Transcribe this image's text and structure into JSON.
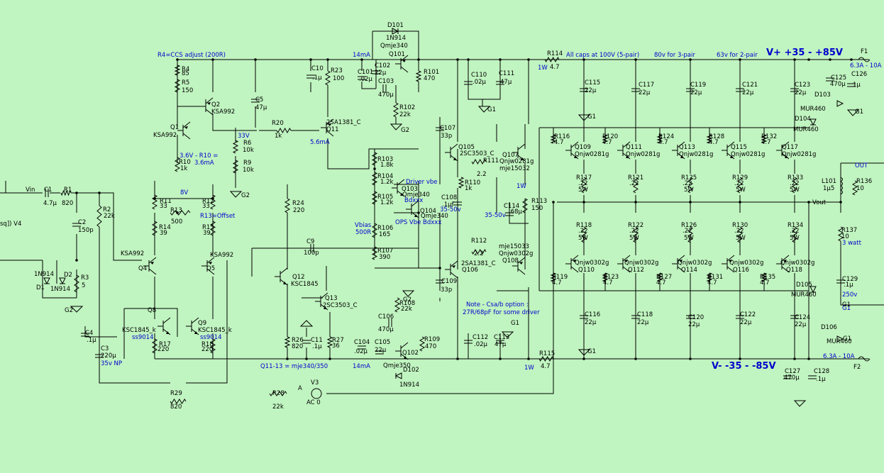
{
  "rails": {
    "vplus": "V+ +35  -  +85V",
    "vminus": "V- -35  -  -85V",
    "out": "OUT",
    "vout": "Vout",
    "vin": "Vin",
    "source": "V3",
    "source_val": "AC 0",
    "node_a": "A",
    "left_clip": "sq])\nV4"
  },
  "notes": [
    {
      "id": "n1",
      "text": "R4=CCS adjust (200R)"
    },
    {
      "id": "n2",
      "text": "14mA"
    },
    {
      "id": "n3",
      "text": "All caps at 100V (5-pair)"
    },
    {
      "id": "n4",
      "text": "80v for 3-pair"
    },
    {
      "id": "n5",
      "text": "63v for 2-pair"
    },
    {
      "id": "n6",
      "text": "33V"
    },
    {
      "id": "n7",
      "text": "5.6mA"
    },
    {
      "id": "n8",
      "text": "3.6V - R10 ="
    },
    {
      "id": "n9",
      "text": "3.6mA"
    },
    {
      "id": "n10",
      "text": "8V"
    },
    {
      "id": "n11",
      "text": "R13=Offset"
    },
    {
      "id": "n12",
      "text": "Driver vbe"
    },
    {
      "id": "n13",
      "text": "Bdxxx"
    },
    {
      "id": "n14",
      "text": "OPS Vbe Bdxxx"
    },
    {
      "id": "n15",
      "text": "Vbias"
    },
    {
      "id": "n16",
      "text": "500R"
    },
    {
      "id": "n17",
      "text": "35-50v"
    },
    {
      "id": "n18",
      "text": "35-50v"
    },
    {
      "id": "n19",
      "text": "1W"
    },
    {
      "id": "n20",
      "text": "1W"
    },
    {
      "id": "n21",
      "text": "1W"
    },
    {
      "id": "n22",
      "text": "Note - Csa/b option :"
    },
    {
      "id": "n23",
      "text": "27R/68pF for some driver"
    },
    {
      "id": "n24",
      "text": "Q11-13 = mje340/350"
    },
    {
      "id": "n25",
      "text": "14mA"
    },
    {
      "id": "n26",
      "text": "ss9014"
    },
    {
      "id": "n27",
      "text": "ss9014"
    },
    {
      "id": "n28",
      "text": "35v NP"
    },
    {
      "id": "n29",
      "text": "5W"
    },
    {
      "id": "n30",
      "text": "3 watt"
    },
    {
      "id": "n31",
      "text": "250v"
    },
    {
      "id": "n32",
      "text": "6.3A - 10A"
    },
    {
      "id": "n33",
      "text": "6.3A - 10A"
    },
    {
      "id": "n34",
      "text": "G1"
    },
    {
      "id": "n35",
      "text": "1W"
    }
  ],
  "labels": [
    {
      "id": "l1",
      "text": "D101"
    },
    {
      "id": "l2",
      "text": "1N914"
    },
    {
      "id": "l3",
      "text": "Qmje340"
    },
    {
      "id": "l4",
      "text": "Q101"
    },
    {
      "id": "l5",
      "text": "C102"
    },
    {
      "id": "l6",
      "text": "22µ"
    },
    {
      "id": "l7",
      "text": "C101"
    },
    {
      "id": "l8",
      "text": ".02µ"
    },
    {
      "id": "l9",
      "text": "C103"
    },
    {
      "id": "l10",
      "text": "470µ"
    },
    {
      "id": "l11",
      "text": "R101"
    },
    {
      "id": "l12",
      "text": "470"
    },
    {
      "id": "l13",
      "text": "R102"
    },
    {
      "id": "l14",
      "text": "22k"
    },
    {
      "id": "l15",
      "text": "G2"
    },
    {
      "id": "l16",
      "text": "R4"
    },
    {
      "id": "l17",
      "text": "85"
    },
    {
      "id": "l18",
      "text": "R5"
    },
    {
      "id": "l19",
      "text": "150"
    },
    {
      "id": "l20",
      "text": "Q2"
    },
    {
      "id": "l21",
      "text": "KSA992"
    },
    {
      "id": "l22",
      "text": "Q1"
    },
    {
      "id": "l23",
      "text": "KSA992"
    },
    {
      "id": "l24",
      "text": "C5"
    },
    {
      "id": "l25",
      "text": "47µ"
    },
    {
      "id": "l26",
      "text": "C10"
    },
    {
      "id": "l27",
      "text": ".1µ"
    },
    {
      "id": "l28",
      "text": "R23"
    },
    {
      "id": "l29",
      "text": "100"
    },
    {
      "id": "l30",
      "text": "R20"
    },
    {
      "id": "l31",
      "text": "1k"
    },
    {
      "id": "l32",
      "text": "2SA1381_C"
    },
    {
      "id": "l33",
      "text": "Q11"
    },
    {
      "id": "l34",
      "text": "R6"
    },
    {
      "id": "l35",
      "text": "10k"
    },
    {
      "id": "l36",
      "text": "R9"
    },
    {
      "id": "l37",
      "text": "10k"
    },
    {
      "id": "l38",
      "text": "G2"
    },
    {
      "id": "l39",
      "text": "R10"
    },
    {
      "id": "l40",
      "text": "1k"
    },
    {
      "id": "l41",
      "text": "C110"
    },
    {
      "id": "l42",
      "text": ".02µ"
    },
    {
      "id": "l43",
      "text": "C111"
    },
    {
      "id": "l44",
      "text": "47µ"
    },
    {
      "id": "l45",
      "text": "G1"
    },
    {
      "id": "l46",
      "text": "R114"
    },
    {
      "id": "l47",
      "text": "4.7"
    },
    {
      "id": "l48",
      "text": "C107"
    },
    {
      "id": "l49",
      "text": "33p"
    },
    {
      "id": "l50",
      "text": "Q105"
    },
    {
      "id": "l51",
      "text": "2SC3503_C"
    },
    {
      "id": "l52",
      "text": "R111"
    },
    {
      "id": "l53",
      "text": "2.2"
    },
    {
      "id": "l54",
      "text": "Q107"
    },
    {
      "id": "l55",
      "text": "Qnjw0281g"
    },
    {
      "id": "l56",
      "text": "mje15032"
    },
    {
      "id": "l57",
      "text": "R103"
    },
    {
      "id": "l58",
      "text": "1.8k"
    },
    {
      "id": "l59",
      "text": "R104"
    },
    {
      "id": "l60",
      "text": "1.2k"
    },
    {
      "id": "l61",
      "text": "Q103"
    },
    {
      "id": "l62",
      "text": "Qmje340"
    },
    {
      "id": "l63",
      "text": "R105"
    },
    {
      "id": "l64",
      "text": "1.2k"
    },
    {
      "id": "l65",
      "text": "Q104"
    },
    {
      "id": "l66",
      "text": "Qmje340"
    },
    {
      "id": "l67",
      "text": "R110"
    },
    {
      "id": "l68",
      "text": "1k"
    },
    {
      "id": "l69",
      "text": "C108"
    },
    {
      "id": "l70",
      "text": ".1µf"
    },
    {
      "id": "l71",
      "text": "R113"
    },
    {
      "id": "l72",
      "text": "150"
    },
    {
      "id": "l73",
      "text": "C114"
    },
    {
      "id": "l74",
      "text": ".68µ"
    },
    {
      "id": "l75",
      "text": "R106"
    },
    {
      "id": "l76",
      "text": "165"
    },
    {
      "id": "l77",
      "text": "R107"
    },
    {
      "id": "l78",
      "text": "390"
    },
    {
      "id": "l79",
      "text": "R112"
    },
    {
      "id": "l80",
      "text": "2.2"
    },
    {
      "id": "l81",
      "text": "mje15033"
    },
    {
      "id": "l82",
      "text": "Qnjw0302g"
    },
    {
      "id": "l83",
      "text": "Q108"
    },
    {
      "id": "l84",
      "text": "2SA1381_C"
    },
    {
      "id": "l85",
      "text": "Q106"
    },
    {
      "id": "l86",
      "text": "C109"
    },
    {
      "id": "l87",
      "text": "33p"
    },
    {
      "id": "l88",
      "text": "G1"
    },
    {
      "id": "l89",
      "text": "R11"
    },
    {
      "id": "l90",
      "text": "33"
    },
    {
      "id": "l91",
      "text": "R12"
    },
    {
      "id": "l92",
      "text": "33"
    },
    {
      "id": "l93",
      "text": "R13"
    },
    {
      "id": "l94",
      "text": "500"
    },
    {
      "id": "l95",
      "text": "R14"
    },
    {
      "id": "l96",
      "text": "39"
    },
    {
      "id": "l97",
      "text": "R15"
    },
    {
      "id": "l98",
      "text": "39"
    },
    {
      "id": "l99",
      "text": "KSA992"
    },
    {
      "id": "l100",
      "text": "Q4"
    },
    {
      "id": "l101",
      "text": "KSA992"
    },
    {
      "id": "l102",
      "text": "Q5"
    },
    {
      "id": "l103",
      "text": "R24"
    },
    {
      "id": "l104",
      "text": "220"
    },
    {
      "id": "l105",
      "text": "C9"
    },
    {
      "id": "l106",
      "text": "100p"
    },
    {
      "id": "l107",
      "text": "Q12"
    },
    {
      "id": "l108",
      "text": "KSC1845"
    },
    {
      "id": "l109",
      "text": "Q13"
    },
    {
      "id": "l110",
      "text": "2SC3503_C"
    },
    {
      "id": "l111",
      "text": "C1"
    },
    {
      "id": "l112",
      "text": "4.7µ"
    },
    {
      "id": "l113",
      "text": "R1"
    },
    {
      "id": "l114",
      "text": "820"
    },
    {
      "id": "l115",
      "text": "C2"
    },
    {
      "id": "l116",
      "text": "150p"
    },
    {
      "id": "l117",
      "text": "R2"
    },
    {
      "id": "l118",
      "text": "22k"
    },
    {
      "id": "l119",
      "text": "1N914"
    },
    {
      "id": "l120",
      "text": "D1"
    },
    {
      "id": "l121",
      "text": "D2"
    },
    {
      "id": "l122",
      "text": "1N914"
    },
    {
      "id": "l123",
      "text": "R3"
    },
    {
      "id": "l124",
      "text": "5"
    },
    {
      "id": "l125",
      "text": "G2"
    },
    {
      "id": "l126",
      "text": "Q8"
    },
    {
      "id": "l127",
      "text": "KSC1845_k"
    },
    {
      "id": "l128",
      "text": "Q9"
    },
    {
      "id": "l129",
      "text": "KSC1845_k"
    },
    {
      "id": "l130",
      "text": "R17"
    },
    {
      "id": "l131",
      "text": "220"
    },
    {
      "id": "l132",
      "text": "R18"
    },
    {
      "id": "l133",
      "text": "220"
    },
    {
      "id": "l134",
      "text": "C4"
    },
    {
      "id": "l135",
      "text": ".1µ"
    },
    {
      "id": "l136",
      "text": "C3"
    },
    {
      "id": "l137",
      "text": "220µ"
    },
    {
      "id": "l138",
      "text": "R26"
    },
    {
      "id": "l139",
      "text": "820"
    },
    {
      "id": "l140",
      "text": "C11"
    },
    {
      "id": "l141",
      "text": ".1µ"
    },
    {
      "id": "l142",
      "text": "R27"
    },
    {
      "id": "l143",
      "text": "36"
    },
    {
      "id": "l144",
      "text": "R108"
    },
    {
      "id": "l145",
      "text": "22k"
    },
    {
      "id": "l146",
      "text": "G2"
    },
    {
      "id": "l147",
      "text": "C106"
    },
    {
      "id": "l148",
      "text": "470µ"
    },
    {
      "id": "l149",
      "text": "C104"
    },
    {
      "id": "l150",
      "text": ".02µ"
    },
    {
      "id": "l151",
      "text": "C105"
    },
    {
      "id": "l152",
      "text": "22µ"
    },
    {
      "id": "l153",
      "text": "Q102"
    },
    {
      "id": "l154",
      "text": "R109"
    },
    {
      "id": "l155",
      "text": "470"
    },
    {
      "id": "l156",
      "text": "Qmje350"
    },
    {
      "id": "l157",
      "text": "D102"
    },
    {
      "id": "l158",
      "text": "1N914"
    },
    {
      "id": "l159",
      "text": "C112"
    },
    {
      "id": "l160",
      "text": ".02µ"
    },
    {
      "id": "l161",
      "text": "C113"
    },
    {
      "id": "l162",
      "text": "47µ"
    },
    {
      "id": "l163",
      "text": "R115"
    },
    {
      "id": "l164",
      "text": "4.7"
    },
    {
      "id": "l165",
      "text": "R29"
    },
    {
      "id": "l166",
      "text": "820"
    },
    {
      "id": "l167",
      "text": "R28"
    },
    {
      "id": "l168",
      "text": "22k"
    },
    {
      "id": "l169",
      "text": "C115"
    },
    {
      "id": "l170",
      "text": "22µ"
    },
    {
      "id": "l171",
      "text": "C117"
    },
    {
      "id": "l172",
      "text": "22µ"
    },
    {
      "id": "l173",
      "text": "C119"
    },
    {
      "id": "l174",
      "text": "22µ"
    },
    {
      "id": "l175",
      "text": "C121"
    },
    {
      "id": "l176",
      "text": "22µ"
    },
    {
      "id": "l177",
      "text": "C123"
    },
    {
      "id": "l178",
      "text": "22µ"
    },
    {
      "id": "l179",
      "text": "G1"
    },
    {
      "id": "l180",
      "text": "R116"
    },
    {
      "id": "l181",
      "text": "4.7"
    },
    {
      "id": "l182",
      "text": "R120"
    },
    {
      "id": "l183",
      "text": "4.7"
    },
    {
      "id": "l184",
      "text": "R124"
    },
    {
      "id": "l185",
      "text": "4.7"
    },
    {
      "id": "l186",
      "text": "R128"
    },
    {
      "id": "l187",
      "text": "4.7"
    },
    {
      "id": "l188",
      "text": "R132"
    },
    {
      "id": "l189",
      "text": "4.7"
    },
    {
      "id": "l190",
      "text": "Q109"
    },
    {
      "id": "l191",
      "text": "Qnjw0281g"
    },
    {
      "id": "l192",
      "text": "Q111"
    },
    {
      "id": "l193",
      "text": "Qnjw0281g"
    },
    {
      "id": "l194",
      "text": "Q113"
    },
    {
      "id": "l195",
      "text": "Qnjw0281g"
    },
    {
      "id": "l196",
      "text": "Q115"
    },
    {
      "id": "l197",
      "text": "Qnjw0281g"
    },
    {
      "id": "l198",
      "text": "Q117"
    },
    {
      "id": "l199",
      "text": "Qnjw0281g"
    },
    {
      "id": "l200",
      "text": "R117"
    },
    {
      "id": "l201",
      "text": ".22"
    },
    {
      "id": "l202",
      "text": "5W"
    },
    {
      "id": "l203",
      "text": "R121"
    },
    {
      "id": "l204",
      "text": ".22"
    },
    {
      "id": "l205",
      "text": "R125"
    },
    {
      "id": "l206",
      "text": ".22"
    },
    {
      "id": "l207",
      "text": "5W"
    },
    {
      "id": "l208",
      "text": "R129"
    },
    {
      "id": "l209",
      "text": ".22"
    },
    {
      "id": "l210",
      "text": "5W"
    },
    {
      "id": "l211",
      "text": "R133"
    },
    {
      "id": "l212",
      "text": ".22"
    },
    {
      "id": "l213",
      "text": "5W"
    },
    {
      "id": "l214",
      "text": "R118"
    },
    {
      "id": "l215",
      "text": ".22"
    },
    {
      "id": "l216",
      "text": "5W"
    },
    {
      "id": "l217",
      "text": "R122"
    },
    {
      "id": "l218",
      "text": ".22"
    },
    {
      "id": "l219",
      "text": "5W"
    },
    {
      "id": "l220",
      "text": "R126"
    },
    {
      "id": "l221",
      "text": ".22"
    },
    {
      "id": "l222",
      "text": "5W"
    },
    {
      "id": "l223",
      "text": "R130"
    },
    {
      "id": "l224",
      "text": ".22"
    },
    {
      "id": "l225",
      "text": "5W"
    },
    {
      "id": "l226",
      "text": "R134"
    },
    {
      "id": "l227",
      "text": ".22"
    },
    {
      "id": "l228",
      "text": "5W"
    },
    {
      "id": "l229",
      "text": "Qnjw0302g"
    },
    {
      "id": "l230",
      "text": "Q110"
    },
    {
      "id": "l231",
      "text": "Qnjw0302g"
    },
    {
      "id": "l232",
      "text": "Q112"
    },
    {
      "id": "l233",
      "text": "Qnjw0302g"
    },
    {
      "id": "l234",
      "text": "Q114"
    },
    {
      "id": "l235",
      "text": "Qnjw0302g"
    },
    {
      "id": "l236",
      "text": "Q116"
    },
    {
      "id": "l237",
      "text": "Qnjw0302g"
    },
    {
      "id": "l238",
      "text": "Q118"
    },
    {
      "id": "l239",
      "text": "R119"
    },
    {
      "id": "l240",
      "text": "4.7"
    },
    {
      "id": "l241",
      "text": "R123"
    },
    {
      "id": "l242",
      "text": "4.7"
    },
    {
      "id": "l243",
      "text": "R127"
    },
    {
      "id": "l244",
      "text": "4.7"
    },
    {
      "id": "l245",
      "text": "R131"
    },
    {
      "id": "l246",
      "text": "4.7"
    },
    {
      "id": "l247",
      "text": "R135"
    },
    {
      "id": "l248",
      "text": "4.7"
    },
    {
      "id": "l249",
      "text": "C116"
    },
    {
      "id": "l250",
      "text": "22µ"
    },
    {
      "id": "l251",
      "text": "C118"
    },
    {
      "id": "l252",
      "text": "22µ"
    },
    {
      "id": "l253",
      "text": "C120"
    },
    {
      "id": "l254",
      "text": "22µ"
    },
    {
      "id": "l255",
      "text": "C122"
    },
    {
      "id": "l256",
      "text": "22µ"
    },
    {
      "id": "l257",
      "text": "C124"
    },
    {
      "id": "l258",
      "text": "22µ"
    },
    {
      "id": "l259",
      "text": "G1"
    },
    {
      "id": "l260",
      "text": "F1"
    },
    {
      "id": "l261",
      "text": "C125"
    },
    {
      "id": "l262",
      "text": "470µ"
    },
    {
      "id": "l263",
      "text": "C126"
    },
    {
      "id": "l264",
      "text": "1µ"
    },
    {
      "id": "l265",
      "text": "D103"
    },
    {
      "id": "l266",
      "text": "MUR460"
    },
    {
      "id": "l267",
      "text": "G1"
    },
    {
      "id": "l268",
      "text": "D104"
    },
    {
      "id": "l269",
      "text": "MUR460"
    },
    {
      "id": "l270",
      "text": "L101"
    },
    {
      "id": "l271",
      "text": "1µ5"
    },
    {
      "id": "l272",
      "text": "R136"
    },
    {
      "id": "l273",
      "text": "10"
    },
    {
      "id": "l274",
      "text": "R137"
    },
    {
      "id": "l275",
      "text": "10"
    },
    {
      "id": "l276",
      "text": "C129"
    },
    {
      "id": "l277",
      "text": ".1µ"
    },
    {
      "id": "l278",
      "text": "D105"
    },
    {
      "id": "l279",
      "text": "MUR460"
    },
    {
      "id": "l280",
      "text": "D106"
    },
    {
      "id": "l281",
      "text": "MUR460"
    },
    {
      "id": "l282",
      "text": "F2"
    },
    {
      "id": "l283",
      "text": "C127"
    },
    {
      "id": "l284",
      "text": "470µ"
    },
    {
      "id": "l285",
      "text": "C128"
    },
    {
      "id": "l286",
      "text": ".1µ"
    },
    {
      "id": "l287",
      "text": "G1"
    },
    {
      "id": "l288",
      "text": "G1"
    }
  ],
  "colors": {
    "background": "#c0f4c0",
    "wire": "#000000",
    "annotation": "#0000cc"
  }
}
